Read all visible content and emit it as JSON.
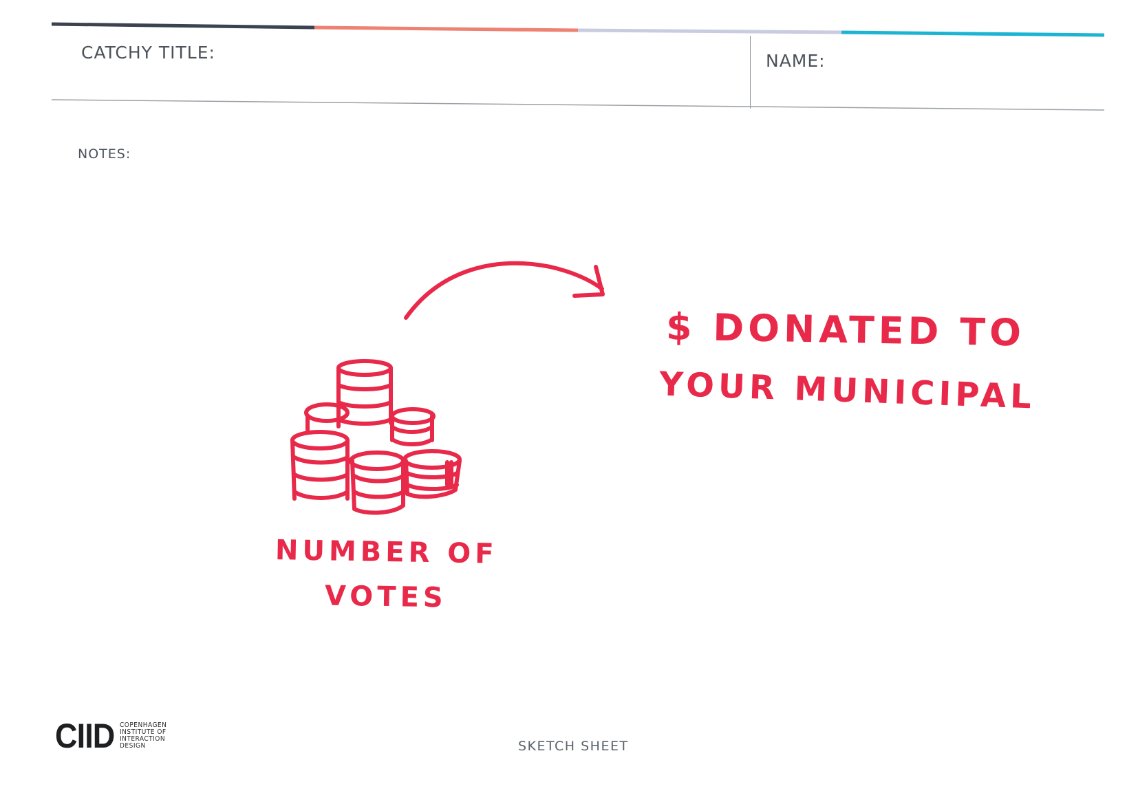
{
  "header": {
    "catchy_title_label": "CATCHY TITLE:",
    "name_label": "NAME:",
    "accent_colors": [
      "#3c4350",
      "#ee8272",
      "#c9cbe0",
      "#1cb4d2"
    ]
  },
  "notes_label": "NOTES:",
  "sketch": {
    "ink_color": "#e8294a",
    "arrow_icon": "curved-arrow-right",
    "coins_icon": "coin-stacks",
    "text_line_1": "$ DONATED TO",
    "text_line_2": "YOUR MUNICIPAL",
    "caption_line_1": "NUMBER OF",
    "caption_line_2": "VOTES"
  },
  "footer": {
    "logo_mark": "CIID",
    "logo_lines": [
      "COPENHAGEN",
      "INSTITUTE OF",
      "INTERACTION",
      "DESIGN"
    ],
    "sheet_label": "SKETCH SHEET"
  }
}
